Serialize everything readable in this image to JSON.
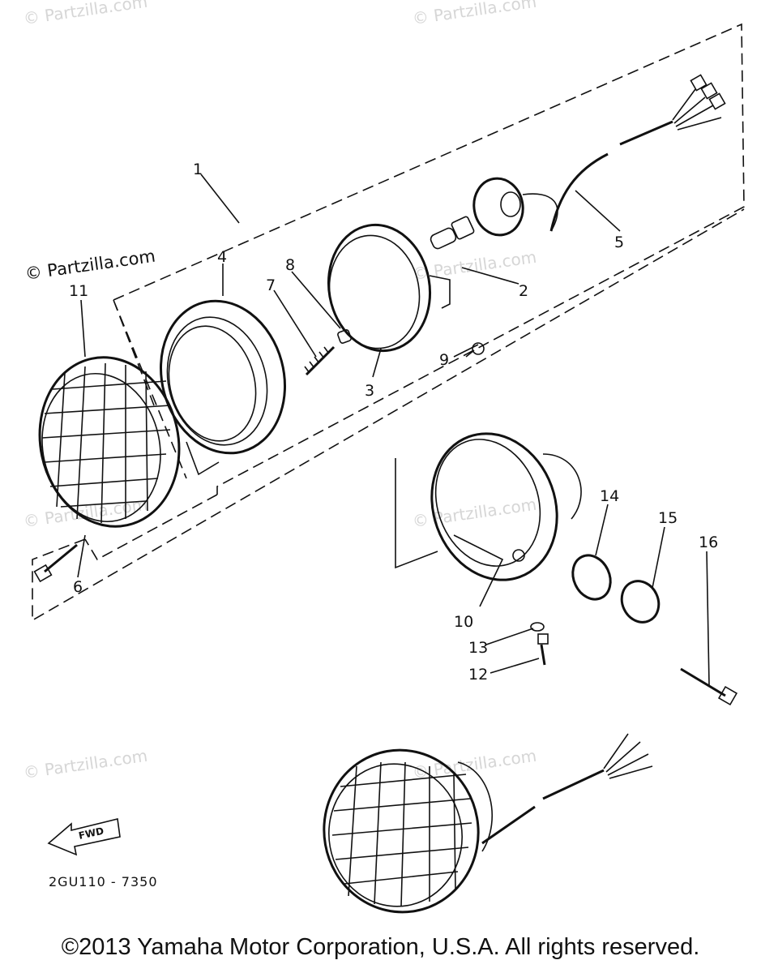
{
  "watermarks": {
    "brand": "© Partzilla.com"
  },
  "callouts": [
    "1",
    "2",
    "3",
    "4",
    "5",
    "6",
    "7",
    "8",
    "9",
    "10",
    "11",
    "12",
    "13",
    "14",
    "15",
    "16"
  ],
  "diagram_code": "2GU110 - 7350",
  "fwd_label": "FWD",
  "copyright": "©2013 Yamaha Motor Corporation, U.S.A. All rights reserved."
}
